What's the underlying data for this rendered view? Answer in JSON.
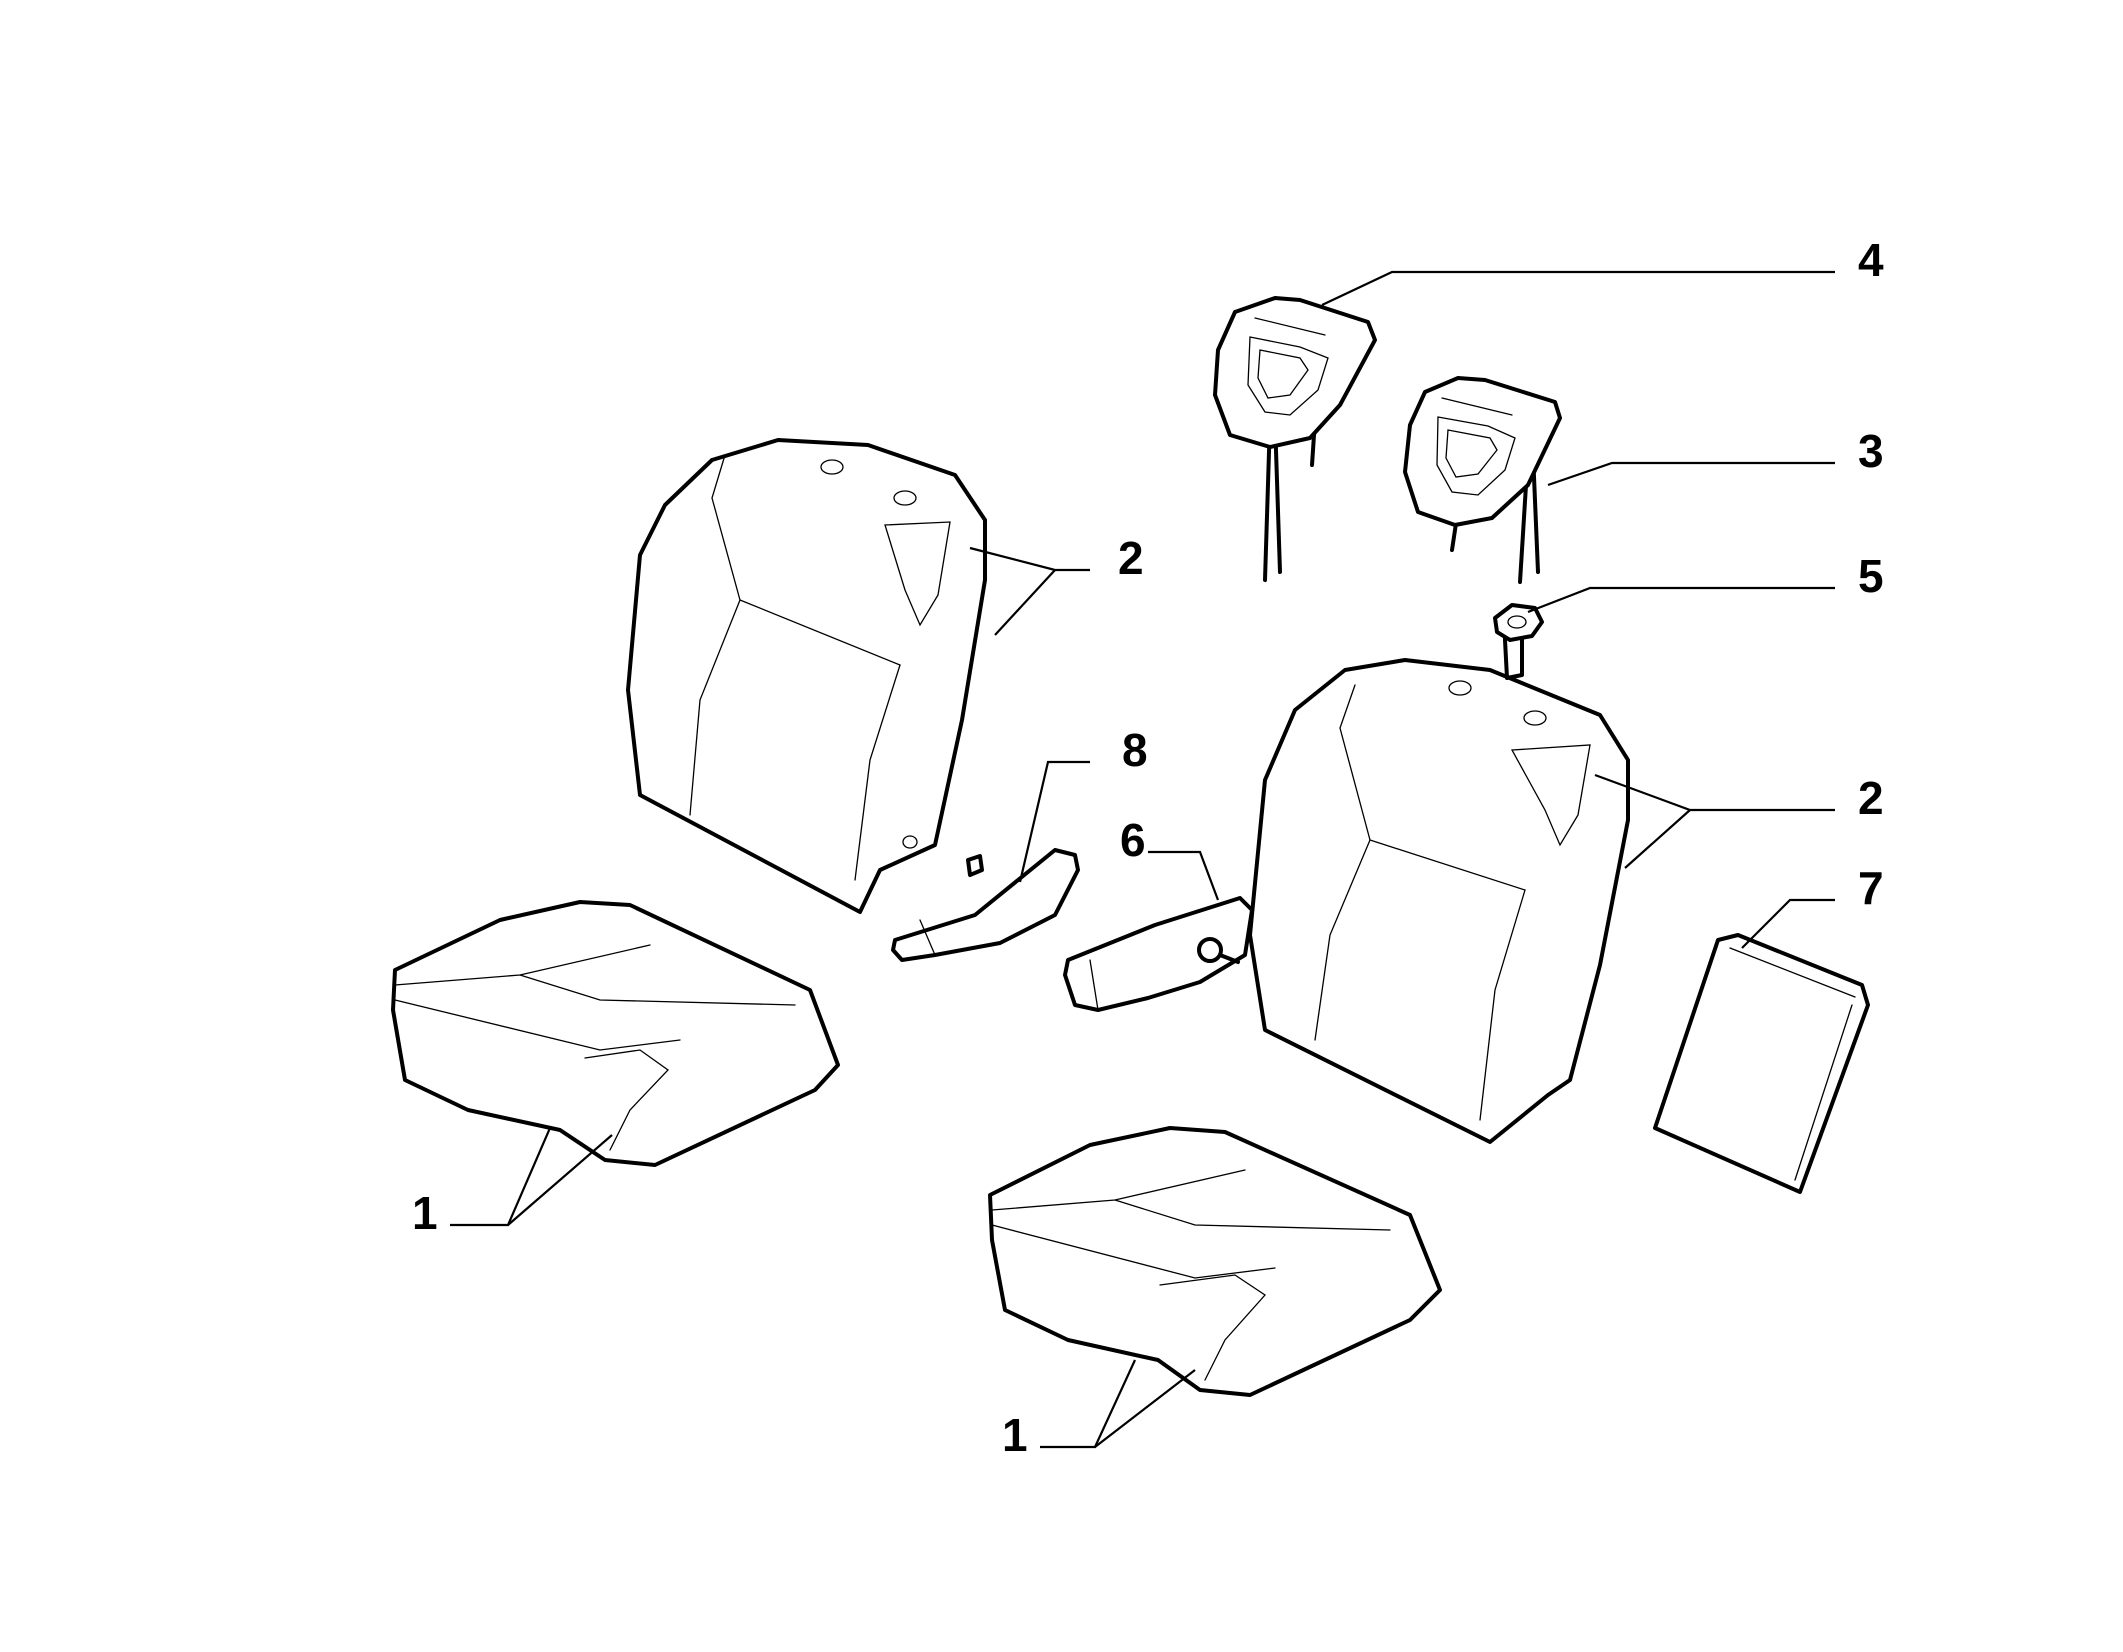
{
  "callouts": [
    {
      "id": "seat-cushion-left",
      "label": "1"
    },
    {
      "id": "seat-cushion-center",
      "label": "1"
    },
    {
      "id": "seat-back-left",
      "label": "2"
    },
    {
      "id": "seat-back-right",
      "label": "2"
    },
    {
      "id": "headrest-rear",
      "label": "3"
    },
    {
      "id": "headrest-front",
      "label": "4"
    },
    {
      "id": "headrest-guide",
      "label": "5"
    },
    {
      "id": "armrest-right",
      "label": "6"
    },
    {
      "id": "back-panel",
      "label": "7"
    },
    {
      "id": "armrest-left",
      "label": "8"
    }
  ],
  "colors": {
    "line": "#000000",
    "background": "#ffffff"
  }
}
